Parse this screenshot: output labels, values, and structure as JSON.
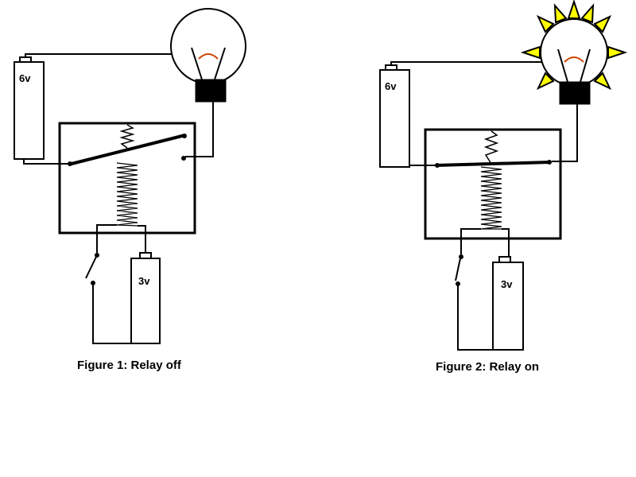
{
  "colors": {
    "wire": "#000000",
    "bulb_on": "#ffff00",
    "bulb_off": "#ffffff",
    "filament_glow": "#cc4400",
    "background": "#ffffff"
  },
  "figure1": {
    "caption": "Figure 1: Relay off",
    "main_battery_label": "6v",
    "coil_battery_label": "3v",
    "state": "off"
  },
  "figure2": {
    "caption": "Figure 2: Relay on",
    "main_battery_label": "6v",
    "coil_battery_label": "3v",
    "state": "on"
  }
}
